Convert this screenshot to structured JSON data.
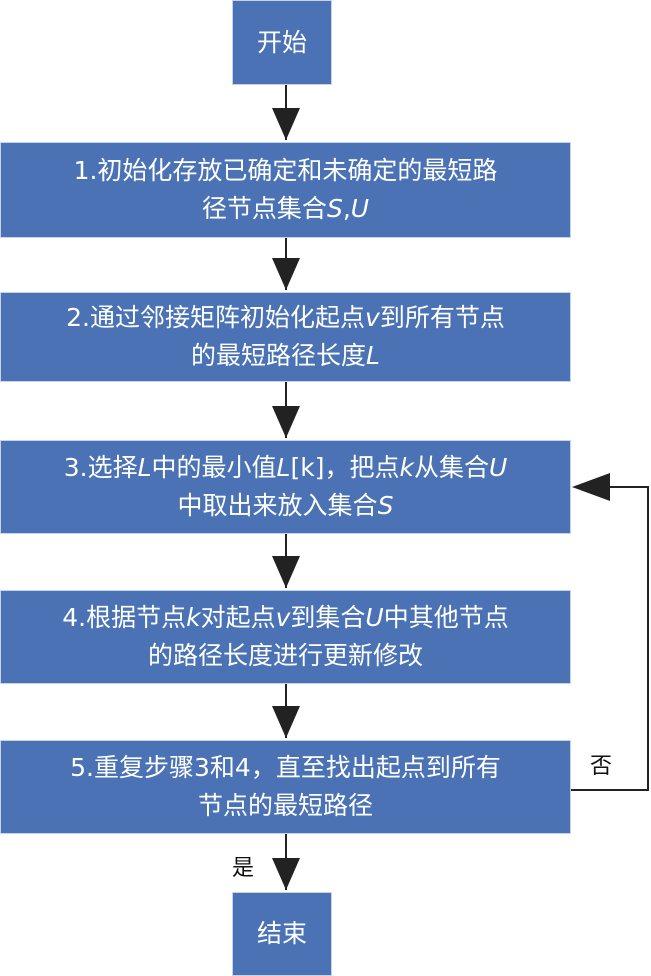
{
  "start": {
    "label": "开始"
  },
  "end": {
    "label": "结束"
  },
  "steps": [
    {
      "lines": [
        [
          {
            "t": "1.初始化存放已确定和未确定的最短路"
          }
        ],
        [
          {
            "t": "径节点集合"
          },
          {
            "t": "S",
            "i": true
          },
          {
            "t": ","
          },
          {
            "t": "U",
            "i": true
          }
        ]
      ]
    },
    {
      "lines": [
        [
          {
            "t": "2.通过邻接矩阵初始化起点"
          },
          {
            "t": "v",
            "i": true
          },
          {
            "t": "到所有节点"
          }
        ],
        [
          {
            "t": "的最短路径长度"
          },
          {
            "t": "L",
            "i": true
          }
        ]
      ]
    },
    {
      "lines": [
        [
          {
            "t": "3.选择"
          },
          {
            "t": "L",
            "i": true
          },
          {
            "t": "中的最小值"
          },
          {
            "t": "L",
            "i": true
          },
          {
            "t": "[k]，把点"
          },
          {
            "t": "k",
            "i": true
          },
          {
            "t": "从集合"
          },
          {
            "t": "U",
            "i": true
          }
        ],
        [
          {
            "t": "中取出来放入集合"
          },
          {
            "t": "S",
            "i": true
          }
        ]
      ]
    },
    {
      "lines": [
        [
          {
            "t": "4.根据节点"
          },
          {
            "t": "k",
            "i": true
          },
          {
            "t": "对起点"
          },
          {
            "t": "v",
            "i": true
          },
          {
            "t": "到集合"
          },
          {
            "t": "U",
            "i": true
          },
          {
            "t": "中其他节点"
          }
        ],
        [
          {
            "t": "的路径长度进行更新修改"
          }
        ]
      ]
    },
    {
      "lines": [
        [
          {
            "t": "5.重复步骤3和4，直至找出起点到所有"
          }
        ],
        [
          {
            "t": "节点的最短路径"
          }
        ]
      ]
    }
  ],
  "labels": {
    "no": "否",
    "yes": "是"
  },
  "colors": {
    "box": "#4a72b5",
    "line": "#222222"
  }
}
